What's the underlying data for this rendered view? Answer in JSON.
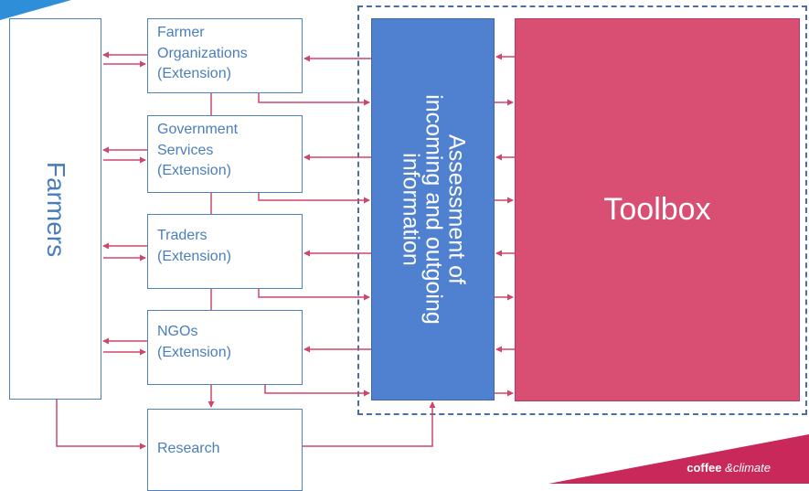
{
  "farmers": {
    "label": "Farmers"
  },
  "extension_boxes": [
    {
      "lines": [
        "Farmer",
        "Organizations",
        "(Extension)"
      ]
    },
    {
      "lines": [
        "Government",
        "Services",
        "(Extension)"
      ]
    },
    {
      "lines": [
        "Traders",
        "(Extension)"
      ]
    },
    {
      "lines": [
        "NGOs",
        "(Extension)"
      ]
    }
  ],
  "research": {
    "label": "Research"
  },
  "assessment": {
    "lines": [
      "Assessment of",
      "incoming and outgoing",
      "information"
    ]
  },
  "toolbox": {
    "label": "Toolbox"
  },
  "footer": {
    "brand": "coffee",
    "amp": "&",
    "tagline": "climate"
  },
  "colors": {
    "box_border": "#4f81bd",
    "text_blue": "#4a7ebb",
    "assessment_fill": "#4f81d0",
    "toolbox_fill": "#d94f73",
    "arrow": "#d0466b",
    "footer_band": "#c8285a"
  }
}
